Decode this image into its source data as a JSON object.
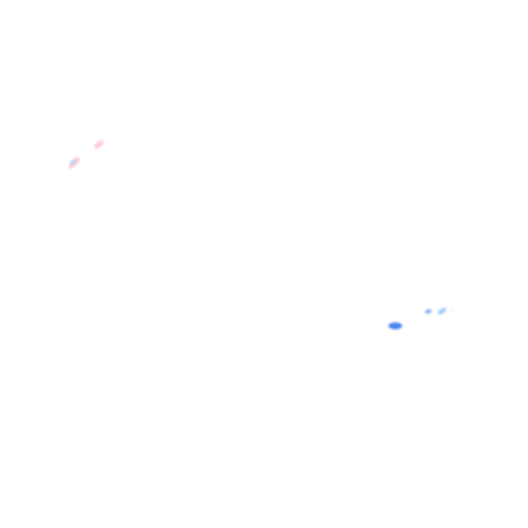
{
  "background_color": "#ffffff",
  "speckles": [
    {
      "id": "blob-1",
      "color": "#ffc4d8",
      "opacity": 0.9
    },
    {
      "id": "blob-2",
      "color": "#ffc0d4",
      "opacity": 0.9
    },
    {
      "id": "blob-3",
      "color": "#a9d8ff",
      "opacity": 0.9
    },
    {
      "id": "blob-4",
      "color": "#ffb7cf",
      "opacity": 0.8
    },
    {
      "id": "blob-5",
      "color": "#3f7df0",
      "opacity": 0.95
    },
    {
      "id": "blob-6",
      "color": "#6aa2f4",
      "opacity": 0.85
    },
    {
      "id": "blob-7",
      "color": "#8dc2fb",
      "opacity": 0.85
    },
    {
      "id": "blob-8",
      "color": "#d6e7ff",
      "opacity": 0.7
    }
  ]
}
